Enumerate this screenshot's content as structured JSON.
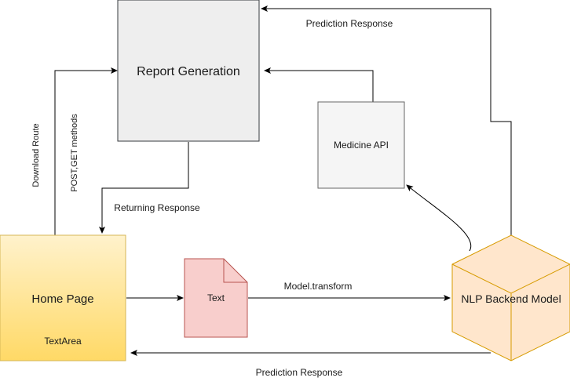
{
  "nodes": {
    "report_generation": {
      "label": "Report Generation"
    },
    "medicine_api": {
      "label": "Medicine API"
    },
    "home_page": {
      "label": "Home Page",
      "sublabel": "TextArea"
    },
    "text_doc": {
      "label": "Text"
    },
    "nlp_backend": {
      "label": "NLP Backend Model"
    }
  },
  "edges": {
    "prediction_response_top": "Prediction Response",
    "download_route": "Download Route",
    "post_get_methods": "POST,GET methods",
    "returning_response": "Returning Response",
    "model_transform": "Model.transform",
    "prediction_response_bottom": "Prediction Response"
  },
  "colors": {
    "report_fill": "#eeeeee",
    "report_stroke": "#36393d",
    "medicine_fill": "#f5f5f5",
    "medicine_stroke": "#666666",
    "home_fill_top": "#fff2cc",
    "home_fill_bottom": "#ffd966",
    "home_stroke": "#d6b656",
    "text_fill": "#f8cecc",
    "text_stroke": "#b85450",
    "nlp_fill": "#ffe6cc",
    "nlp_stroke": "#d79b00"
  }
}
